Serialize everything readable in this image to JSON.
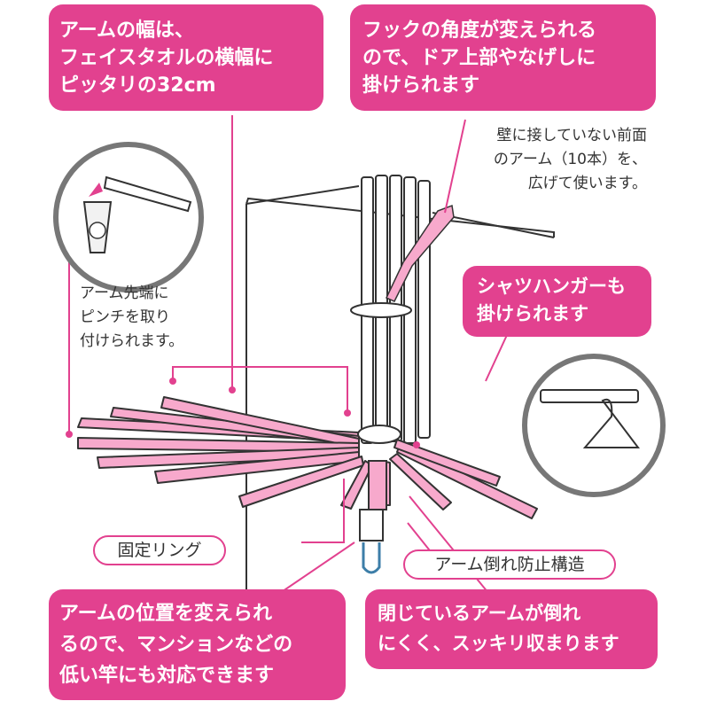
{
  "callouts": {
    "arm_width": [
      "アームの幅は、",
      "フェイスタオルの横幅に",
      "ピッタリの32cm"
    ],
    "hook_angle": [
      "フックの角度が変えられる",
      "ので、ドア上部やなげしに",
      "掛けられます"
    ],
    "shirt_hanger": [
      "シャツハンガーも",
      "掛けられます"
    ],
    "arm_position": [
      "アームの位置を変えられ",
      "るので、マンションなどの",
      "低い竿にも対応できます"
    ],
    "closed_arms": [
      "閉じているアームが倒れ",
      "にくく、スッキリ収まります"
    ]
  },
  "notes": {
    "front_arms": [
      "壁に接していない前面",
      "のアーム（10本）を、",
      "広げて使います。"
    ],
    "pinch": [
      "アーム先端に",
      "ピンチを取り",
      "付けられます。"
    ]
  },
  "labels": {
    "fixing_ring": "固定リング",
    "fall_prevention": "アーム倒れ防止構造"
  },
  "colors": {
    "accent": "#e2418f",
    "arm_fill": "#f7a9cc",
    "line": "#444444"
  }
}
